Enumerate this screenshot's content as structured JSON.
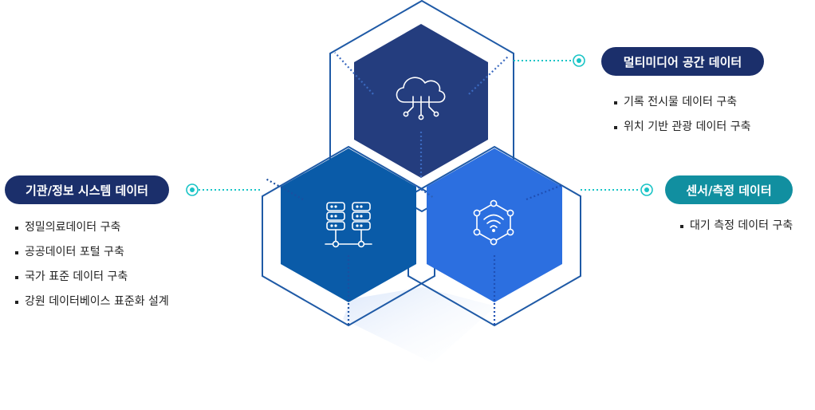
{
  "nodes": {
    "left": {
      "title": "기관/정보 시스템 데이터",
      "items": [
        "정밀의료데이터 구축",
        "공공데이터 포털 구축",
        "국가 표준 데이터 구축",
        "강원 데이터베이스 표준화 설계"
      ]
    },
    "top": {
      "title": "멀티미디어 공간 데이터",
      "items": [
        "기록 전시물 데이터 구축",
        "위치 기반 관광 데이터 구축"
      ]
    },
    "right": {
      "title": "센서/측정 데이터",
      "items": [
        "대기 측정 데이터 구축"
      ]
    }
  },
  "icons": {
    "top": "cloud-network-icon",
    "left": "server-network-icon",
    "right": "wifi-hexagon-network-icon"
  },
  "colors": {
    "navy": "#243d7e",
    "blue_mid": "#0a5ba8",
    "blue_bright": "#2c6fe0",
    "outline": "#1f5aa6",
    "teal_accent": "#19c4c6",
    "pill_navy": "#1b2f6b",
    "pill_teal": "#118fa0"
  }
}
